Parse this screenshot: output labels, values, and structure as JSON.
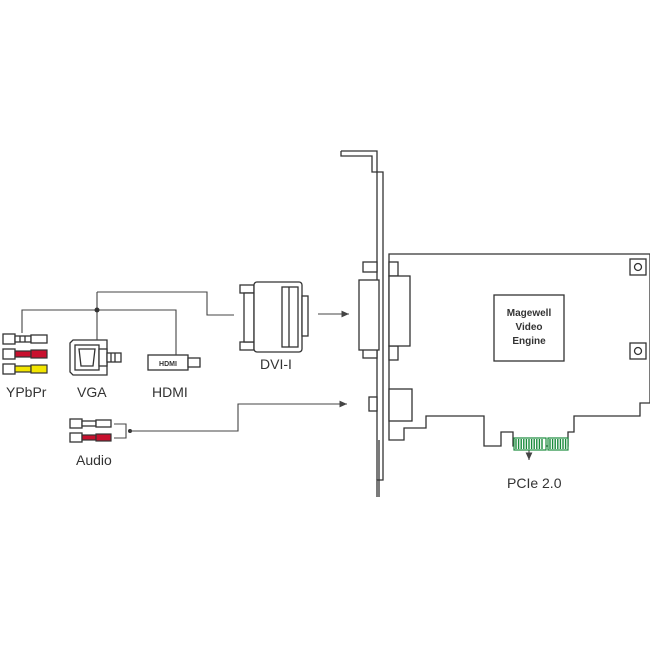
{
  "labels": {
    "ypbpr": "YPbPr",
    "vga": "VGA",
    "hdmi": "HDMI",
    "hdmi_logo": "HDMI",
    "audio": "Audio",
    "dvi": "DVI-I",
    "engine_line1": "Magewell",
    "engine_line2": "Video",
    "engine_line3": "Engine",
    "pcie": "PCIe 2.0"
  },
  "colors": {
    "line": "#444444",
    "red_plug": "#c8102e",
    "yellow_plug": "#f2e500",
    "white_plug": "#ffffff"
  }
}
